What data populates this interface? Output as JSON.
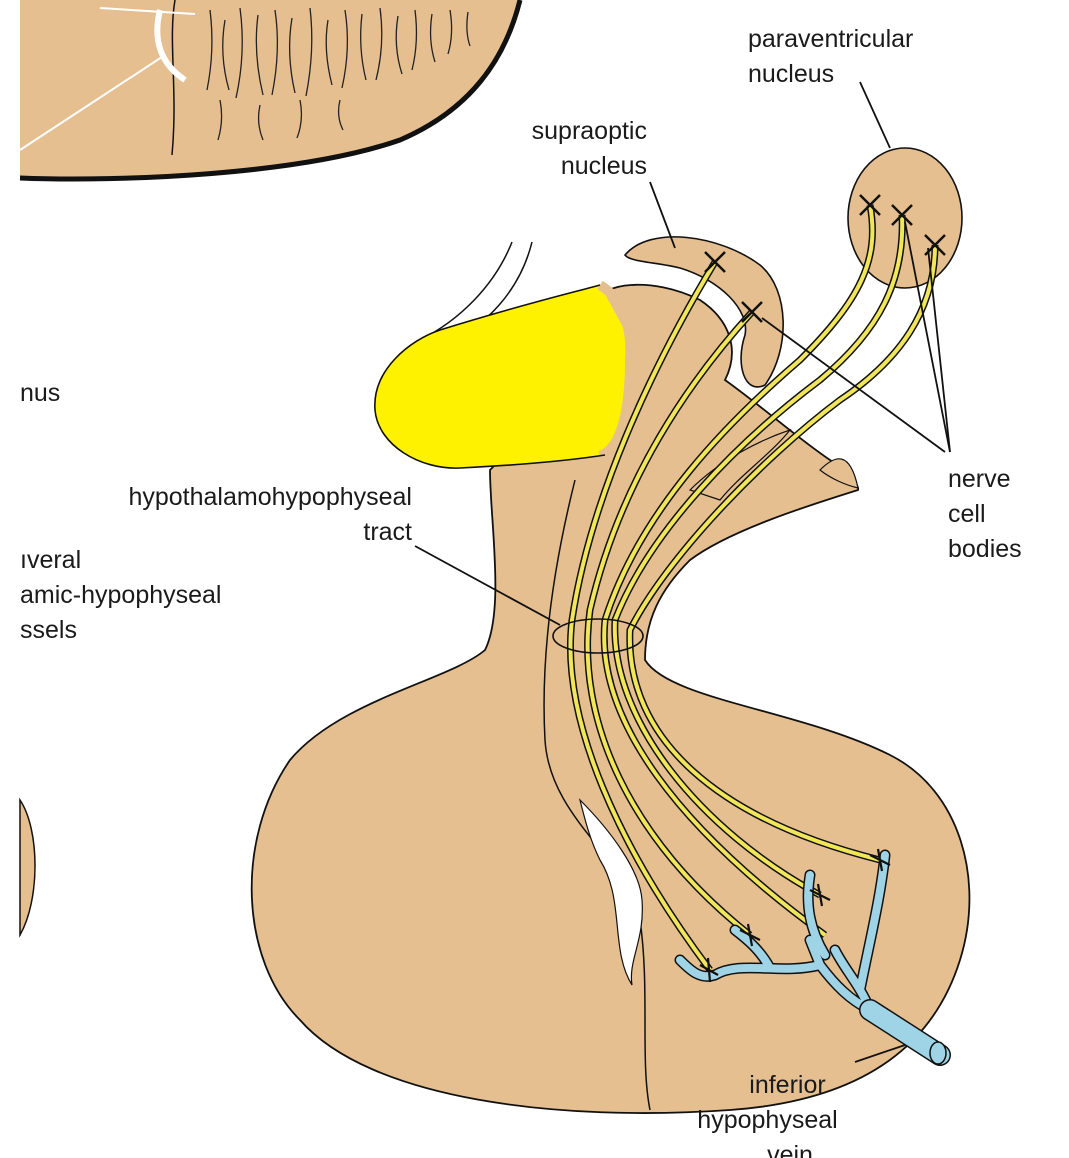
{
  "labels": {
    "paraventricular": [
      "paraventricular",
      "nucleus"
    ],
    "supraoptic": [
      "supraoptic",
      "nucleus"
    ],
    "nerve_cell_bodies": [
      "nerve",
      "cell",
      "bodies"
    ],
    "tract": [
      "hypothalamohypophyseal",
      "tract"
    ],
    "left_partial_1": "nus",
    "left_partial_2": [
      "ıveral",
      "amic-hypophyseal",
      "ssels"
    ],
    "inferior_vein": [
      "inferior",
      "hypophyseal",
      "vein"
    ]
  },
  "colors": {
    "tissue": "#e6bf91",
    "tissue_outline": "#1a1a1a",
    "nerve_fiber": "#f1e65a",
    "optic_chiasm": "#fff200",
    "vein": "#9fd3e6",
    "background": "#ffffff"
  }
}
